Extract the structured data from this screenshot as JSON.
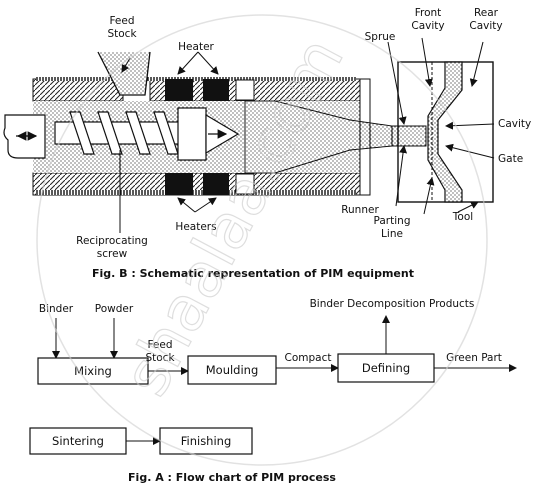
{
  "equipment": {
    "labels": {
      "feed_stock": "Feed\nStock",
      "heater": "Heater",
      "heaters": "Heaters",
      "reciprocating_screw": "Reciprocating\nscrew",
      "sprue": "Sprue",
      "front_cavity": "Front\nCavity",
      "rear_cavity": "Rear\nCavity",
      "cavity": "Cavity",
      "gate": "Gate",
      "runner": "Runner",
      "parting_line": "Parting\nLine",
      "tool": "Tool"
    },
    "caption": "Fig. B : Schematic representation of PIM equipment"
  },
  "flowchart": {
    "inputs": {
      "binder": "Binder",
      "powder": "Powder"
    },
    "boxes": {
      "mixing": "Mixing",
      "moulding": "Moulding",
      "defining": "Defining",
      "sintering": "Sintering",
      "finishing": "Finishing"
    },
    "arrows": {
      "feed_stock": "Feed\nStock",
      "compact": "Compact",
      "green_part": "Green Part",
      "binder_products": "Binder Decomposition Products"
    },
    "caption": "Fig. A : Flow chart of PIM process"
  },
  "watermark": {
    "text": "shaalaa.com"
  }
}
